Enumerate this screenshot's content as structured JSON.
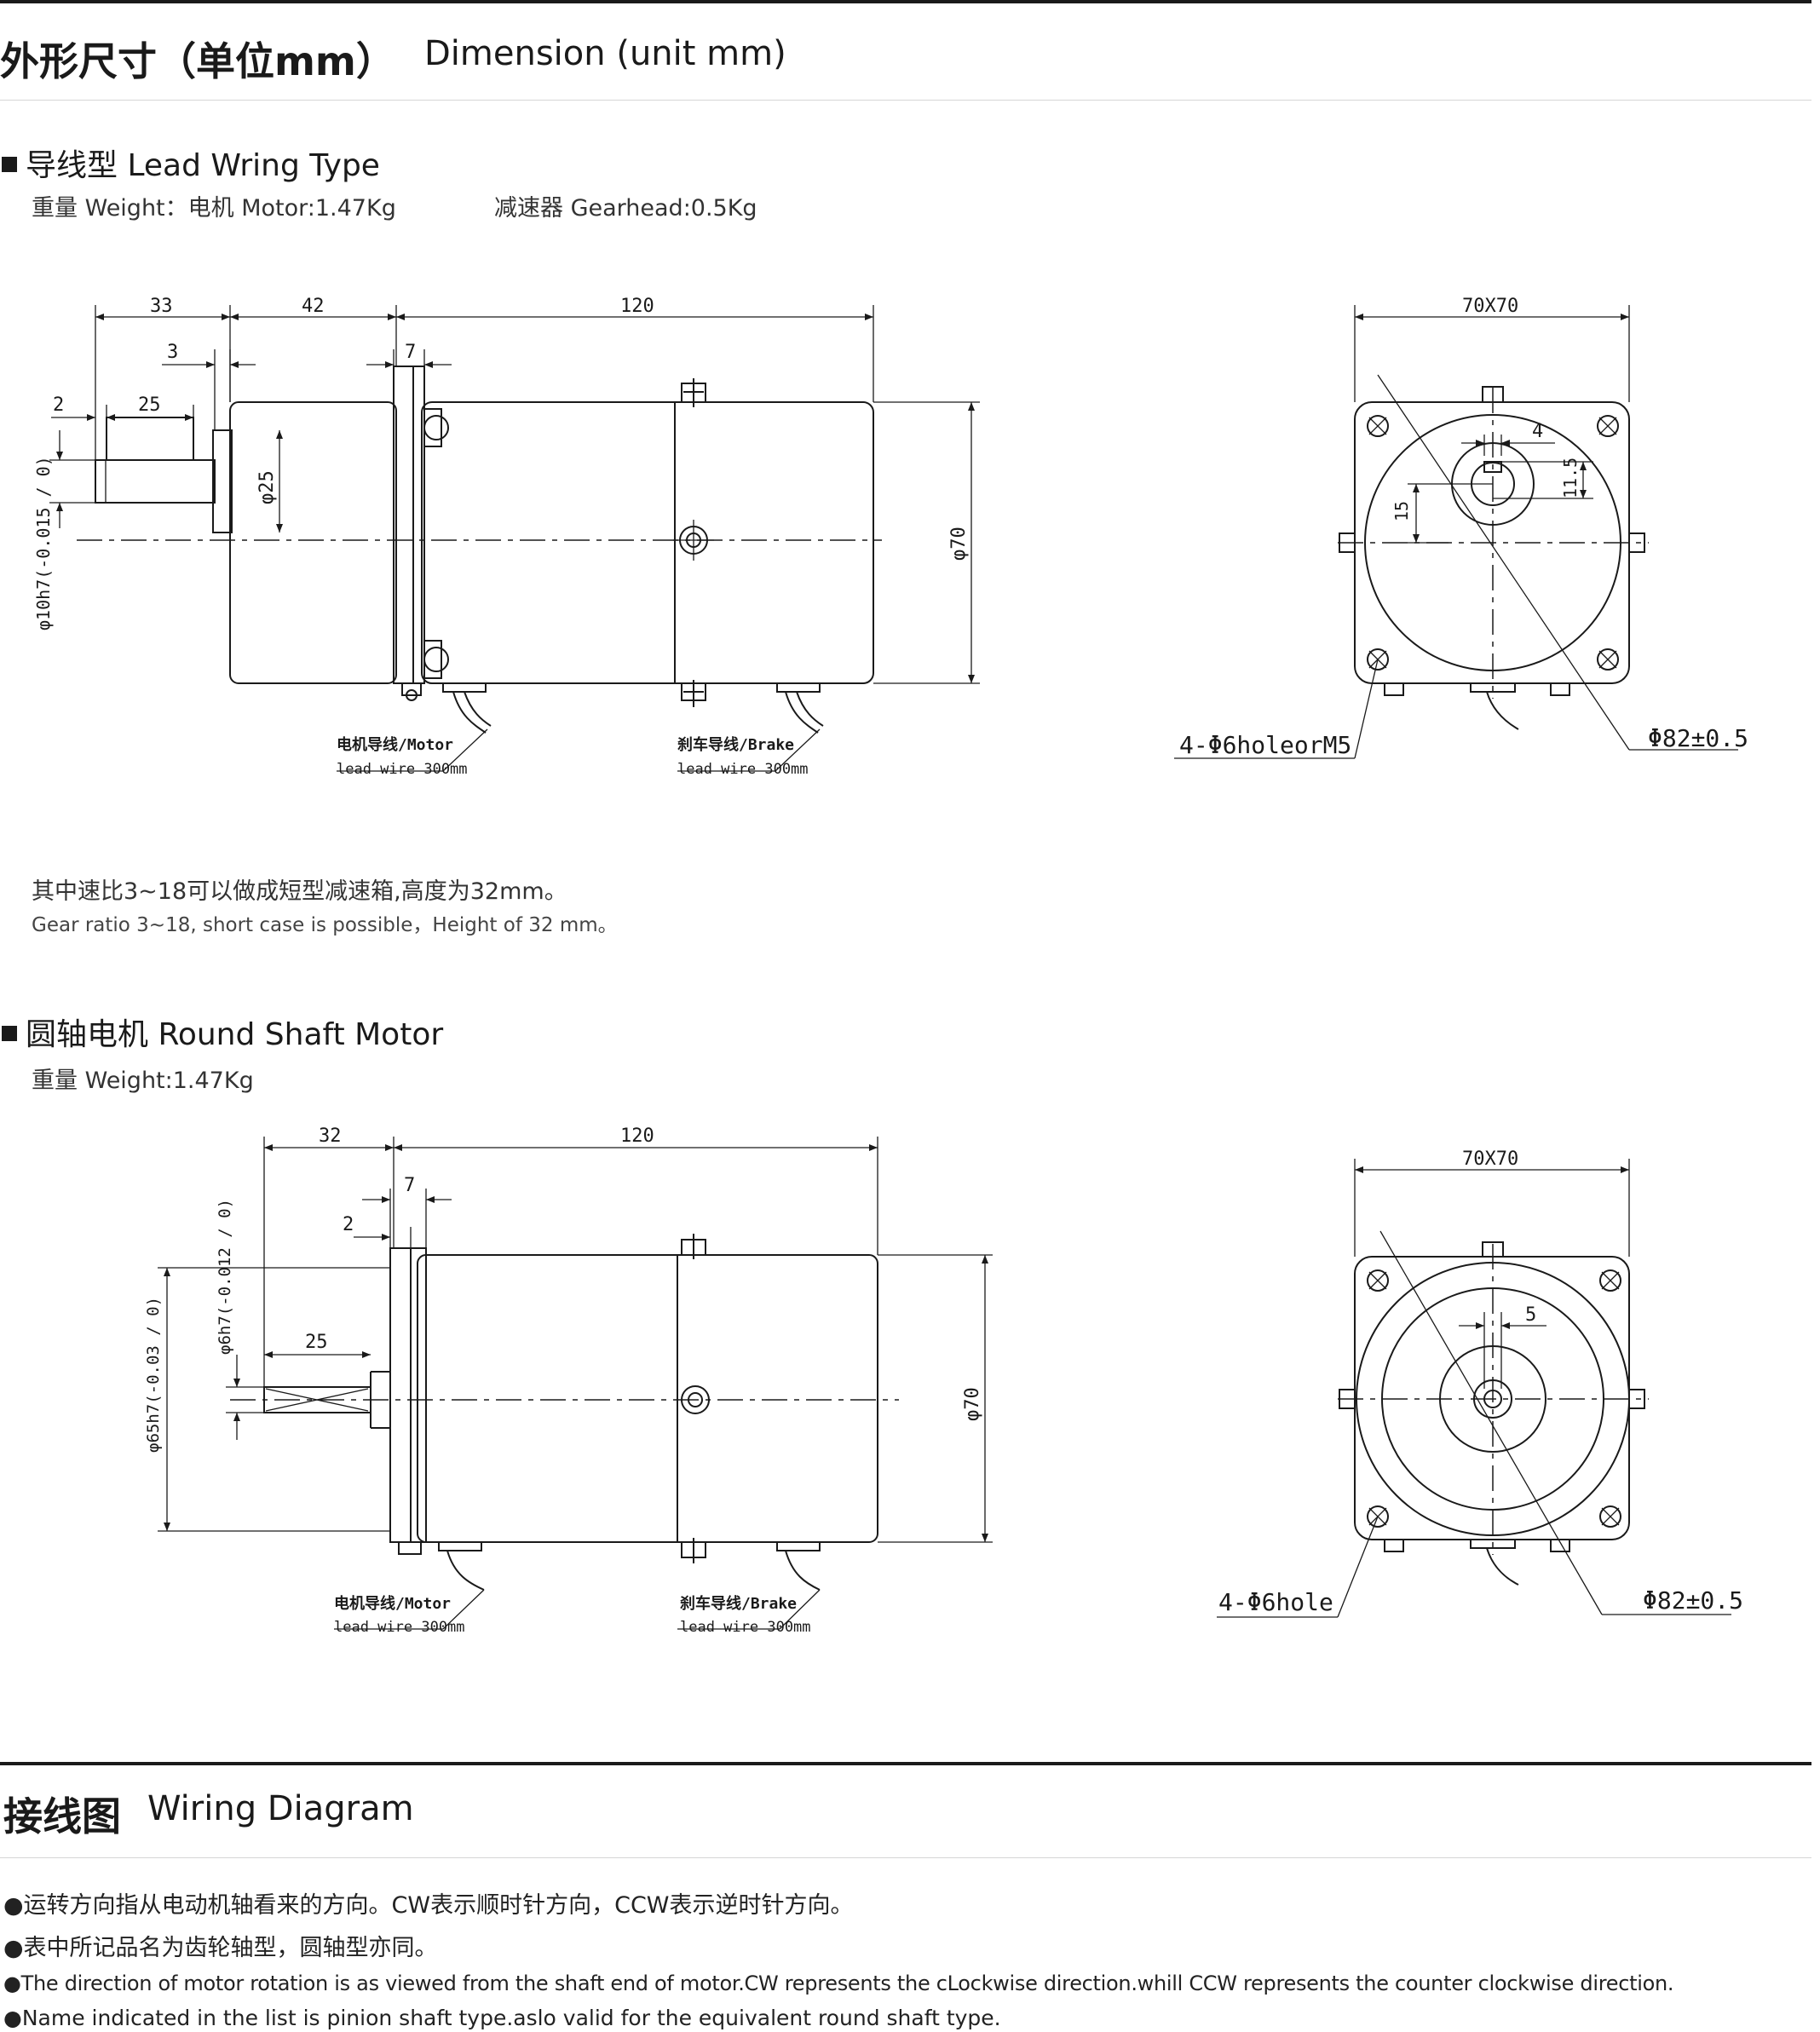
{
  "header": {
    "title_cn": "外形尺寸（单位mm）",
    "title_en": "Dimension (unit mm)"
  },
  "lead_type": {
    "title": "导线型 Lead Wring Type",
    "weight_motor": "重量 Weight：电机 Motor:1.47Kg",
    "weight_gear": "减速器 Gearhead:0.5Kg",
    "side_dims": [
      "33",
      "42",
      "120",
      "3",
      "7",
      "2",
      "25"
    ],
    "dia_shaft": "φ25",
    "dia_body": "φ70",
    "dia_shaft_tol": "φ10h7(-0.015 / 0)",
    "motor_wire_1": "电机导线/Motor",
    "motor_wire_2": "lead wire 300mm",
    "brake_wire_1": "刹车导线/Brake",
    "brake_wire_2": "lead wire 300mm",
    "front_square": "70X70",
    "front_key": "4",
    "front_key_h": "11.5",
    "front_offset": "15",
    "front_holes": "4-Φ6holeorM5",
    "front_pcd": "Φ82±0.5",
    "note_cn": "其中速比3~18可以做成短型减速箱,高度为32mm。",
    "note_en": "Gear ratio 3~18, short case is possible，Height of 32 mm。"
  },
  "round_shaft": {
    "title": "圆轴电机 Round Shaft Motor",
    "weight": "重量 Weight:1.47Kg",
    "side_dims": [
      "32",
      "120",
      "7",
      "2",
      "25"
    ],
    "dia_shaft_tol": "φ6h7(-0.012 / 0)",
    "dia_pilot_tol": "φ65h7(-0.03 / 0)",
    "dia_body": "φ70",
    "motor_wire_1": "电机导线/Motor",
    "motor_wire_2": "lead wire 300mm",
    "brake_wire_1": "刹车导线/Brake",
    "brake_wire_2": "lead wire 300mm",
    "front_square": "70X70",
    "front_key": "5",
    "front_holes": "4-Φ6hole",
    "front_pcd": "Φ82±0.5"
  },
  "wiring": {
    "title_cn": "接线图",
    "title_en": "Wiring Diagram",
    "bullets": [
      "●运转方向指从电动机轴看来的方向。CW表示顺时针方向，CCW表示逆时针方向。",
      "●表中所记品名为齿轮轴型，圆轴型亦同。",
      "●The direction of motor rotation is as viewed from the shaft end of motor.CW represents the cLockwise direction.whill CCW represents the counter clockwise direction.",
      "●Name indicated in the list is pinion shaft type.aslo valid for the equivalent round shaft type."
    ]
  }
}
